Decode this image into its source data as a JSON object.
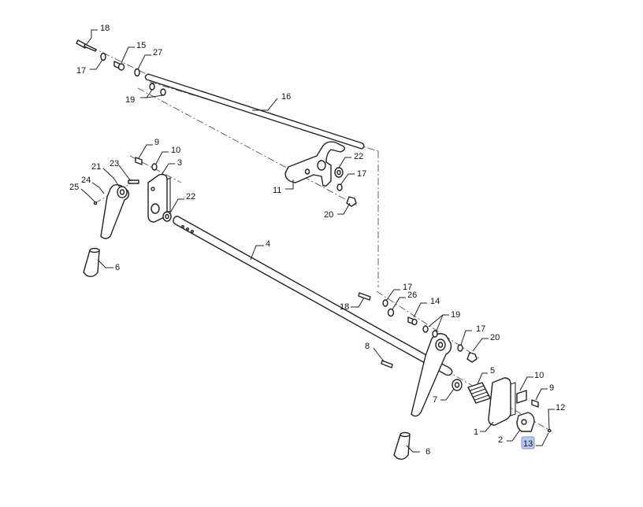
{
  "callouts": {
    "c1": "1",
    "c2": "2",
    "c3": "3",
    "c4": "4",
    "c5": "5",
    "c6a": "6",
    "c6b": "6",
    "c7": "7",
    "c8": "8",
    "c9a": "9",
    "c9b": "9",
    "c10a": "10",
    "c10b": "10",
    "c11": "11",
    "c12": "12",
    "c13": "13",
    "c14": "14",
    "c15": "15",
    "c16": "16",
    "c17a": "17",
    "c17b": "17",
    "c17c": "17",
    "c17d": "17",
    "c18a": "18",
    "c18b": "18",
    "c19a": "19",
    "c19b": "19",
    "c20a": "20",
    "c20b": "20",
    "c21": "21",
    "c22a": "22",
    "c22b": "22",
    "c23": "23",
    "c24": "24",
    "c25": "25",
    "c26": "26",
    "c27": "27"
  },
  "highlighted_callout": "13",
  "colors": {
    "line": "#222222",
    "highlight": "#b9c8ef"
  }
}
